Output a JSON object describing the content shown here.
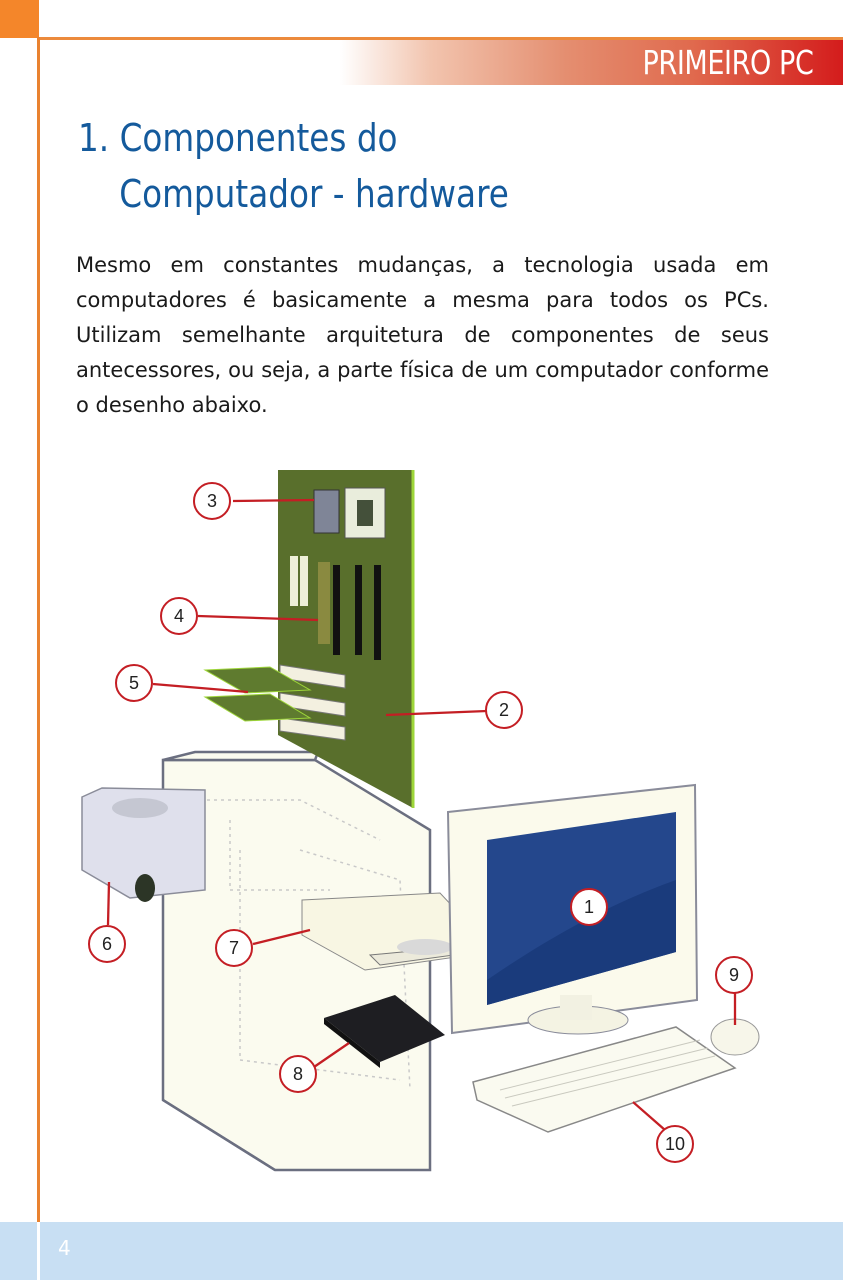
{
  "header": {
    "section_label": "PRIMEIRO PC",
    "accent_orange": "#f4862a",
    "accent_red": "#d41c1c"
  },
  "heading": {
    "number": "1.",
    "line1": "1. Componentes do",
    "line2": "Computador - hardware",
    "color": "#145a9c"
  },
  "body": {
    "paragraph": "Mesmo em constantes mudanças, a tecnologia usada em computadores é basicamente a mesma para todos os PCs. Utilizam semelhante arquitetura de componentes de seus antecessores, ou seja, a parte física de um computador conforme o desenho abaixo."
  },
  "figure": {
    "description": "Exploded diagram of a desktop computer with numbered callouts",
    "callouts": [
      {
        "n": "1",
        "part": "monitor"
      },
      {
        "n": "2",
        "part": "motherboard"
      },
      {
        "n": "3",
        "part": "processor"
      },
      {
        "n": "4",
        "part": "memory"
      },
      {
        "n": "5",
        "part": "expansion-cards"
      },
      {
        "n": "6",
        "part": "power-supply"
      },
      {
        "n": "7",
        "part": "optical-drive"
      },
      {
        "n": "8",
        "part": "hard-disk"
      },
      {
        "n": "9",
        "part": "mouse"
      },
      {
        "n": "10",
        "part": "keyboard"
      }
    ]
  },
  "footer": {
    "page_number": "4",
    "background": "#c8dff3"
  }
}
